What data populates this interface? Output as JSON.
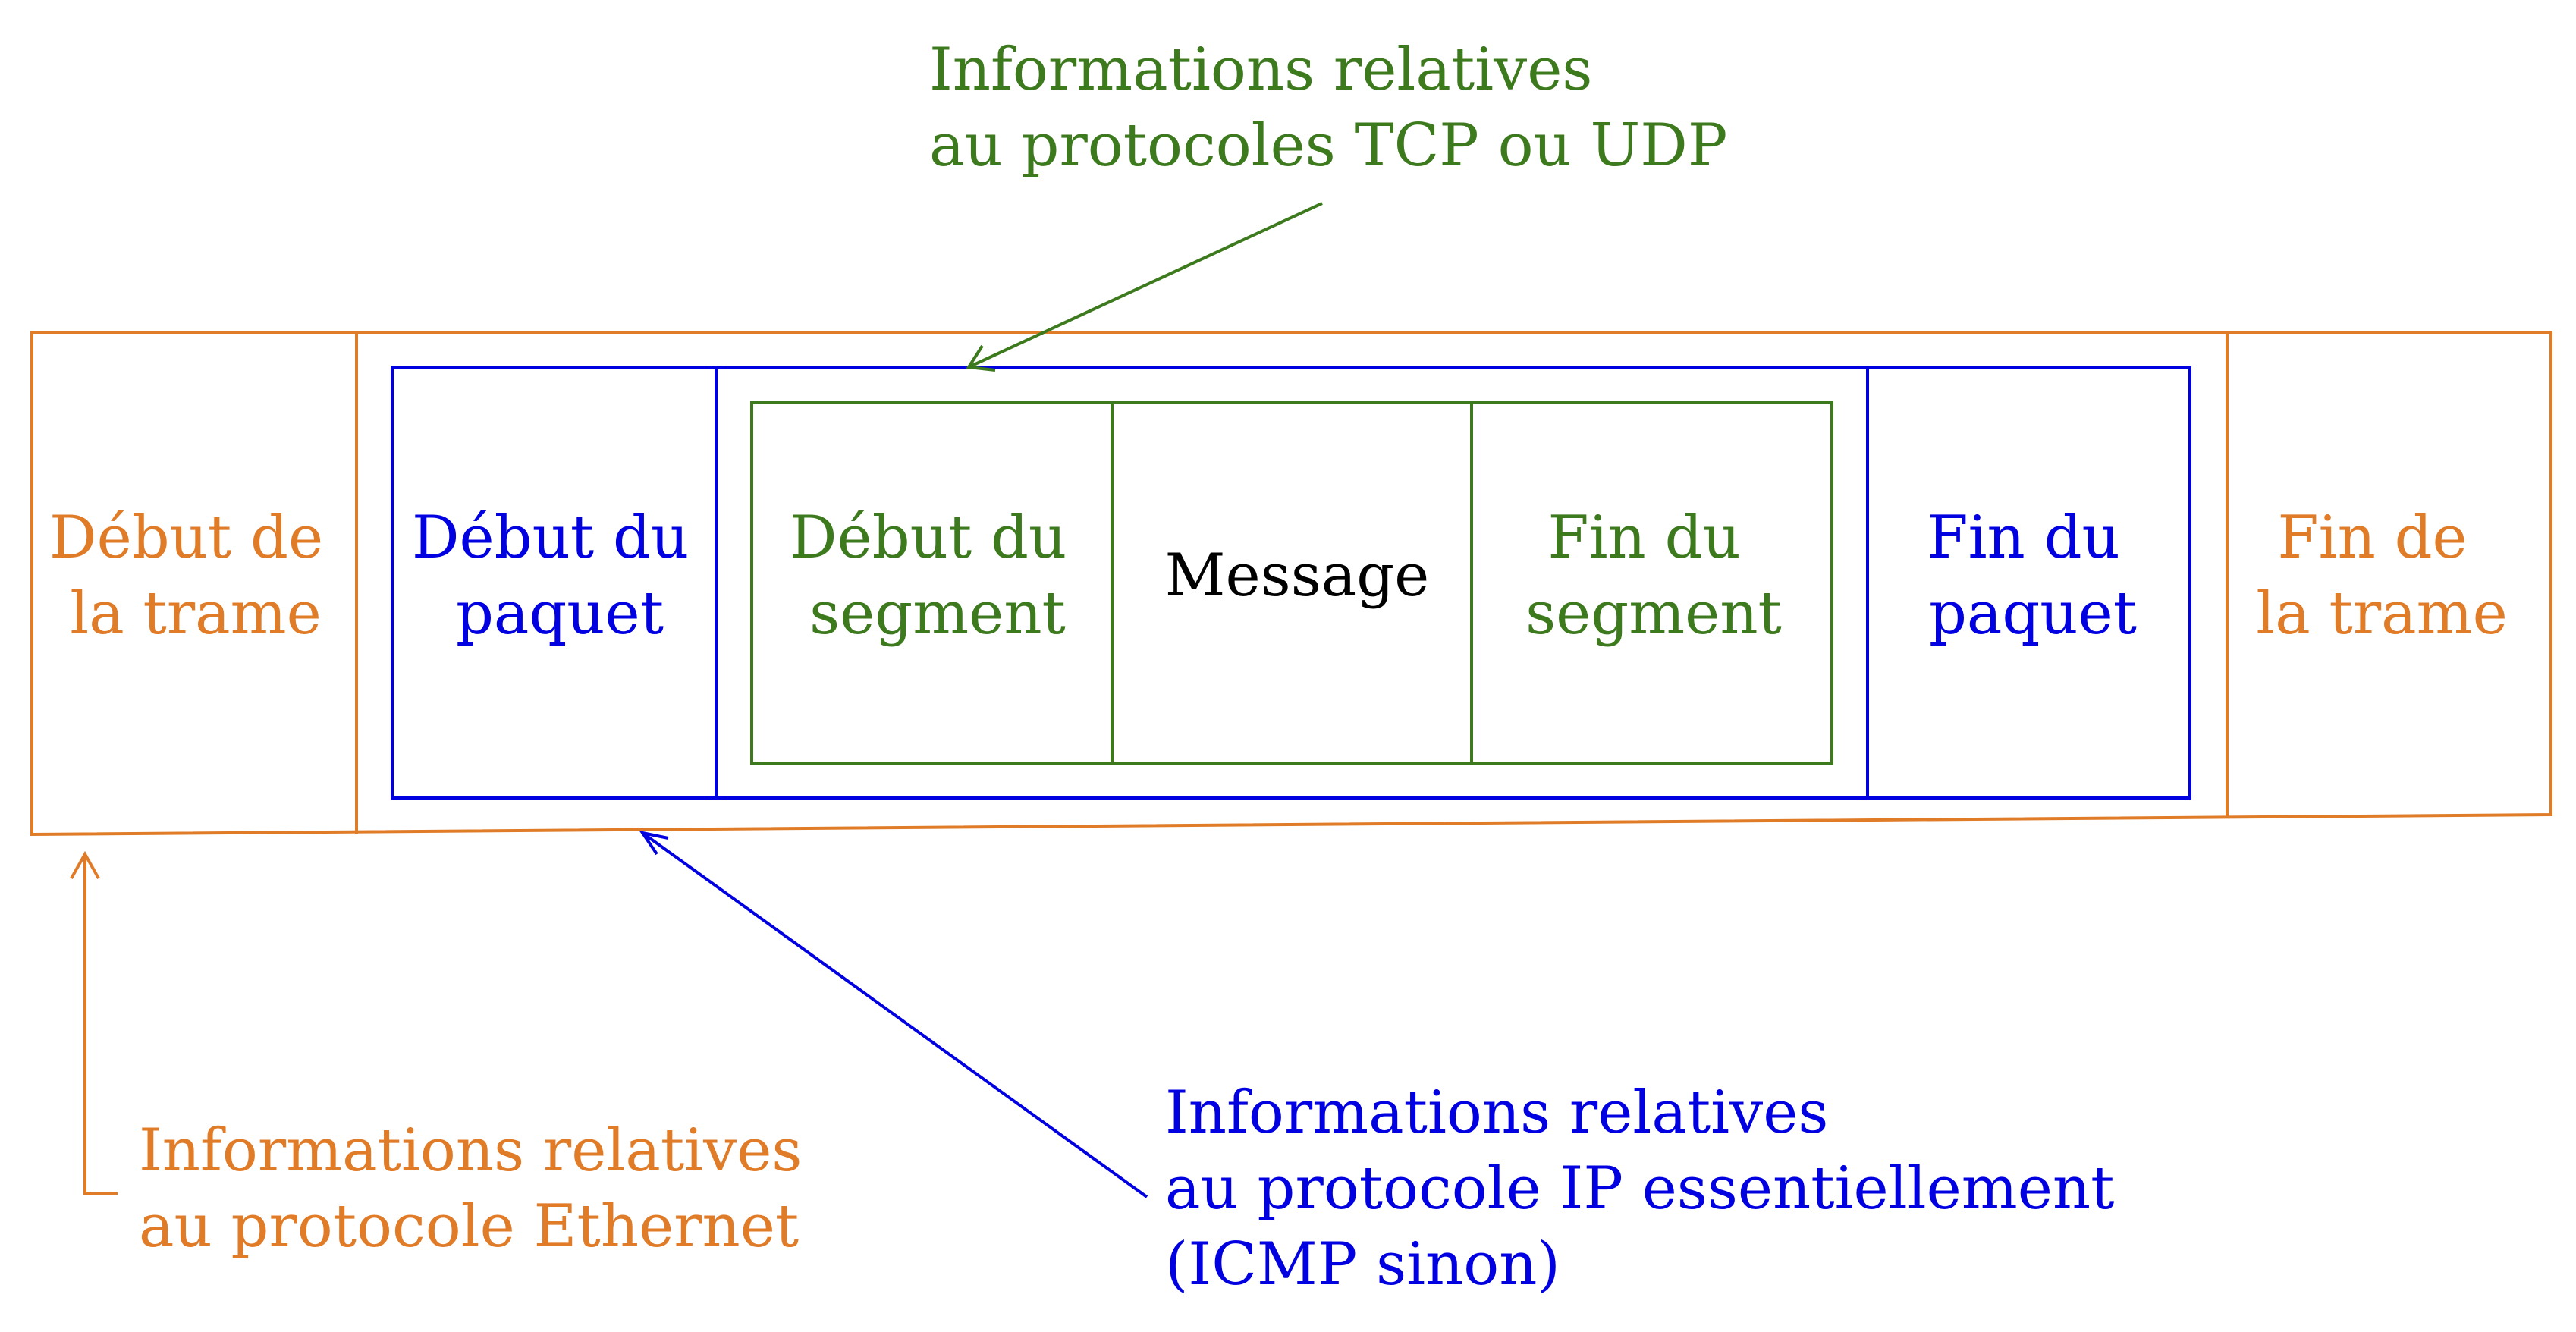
{
  "colors": {
    "ethernet": "#e07b28",
    "ip": "#0000e0",
    "transport": "#3d7a1e",
    "message": "#000000"
  },
  "frame": {
    "start": [
      "Début de",
      "la trame"
    ],
    "end": [
      "Fin de",
      "la trame"
    ]
  },
  "packet": {
    "start": [
      "Début du",
      "paquet"
    ],
    "end": [
      "Fin du",
      "paquet"
    ]
  },
  "segment": {
    "start": [
      "Début du",
      "segment"
    ],
    "message": "Message",
    "end": [
      "Fin du",
      "segment"
    ]
  },
  "annotations": {
    "transport": [
      "Informations relatives",
      "au protocoles TCP ou UDP"
    ],
    "ethernet": [
      "Informations relatives",
      "au protocole Ethernet"
    ],
    "ip": [
      "Informations relatives",
      "au protocole IP essentiellement",
      "(ICMP sinon)"
    ]
  }
}
